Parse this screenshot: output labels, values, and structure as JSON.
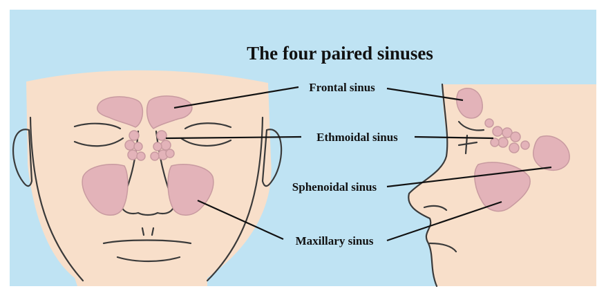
{
  "title": "The four paired sinuses",
  "labels": {
    "frontal": "Frontal sinus",
    "ethmoidal": "Ethmoidal sinus",
    "sphenoidal": "Sphenoidal sinus",
    "maxillary": "Maxillary sinus"
  },
  "colors": {
    "background": "#bfe3f3",
    "skin": "#f8dfca",
    "sinus": "#e3b3b9",
    "outline": "#3a3a3a"
  }
}
